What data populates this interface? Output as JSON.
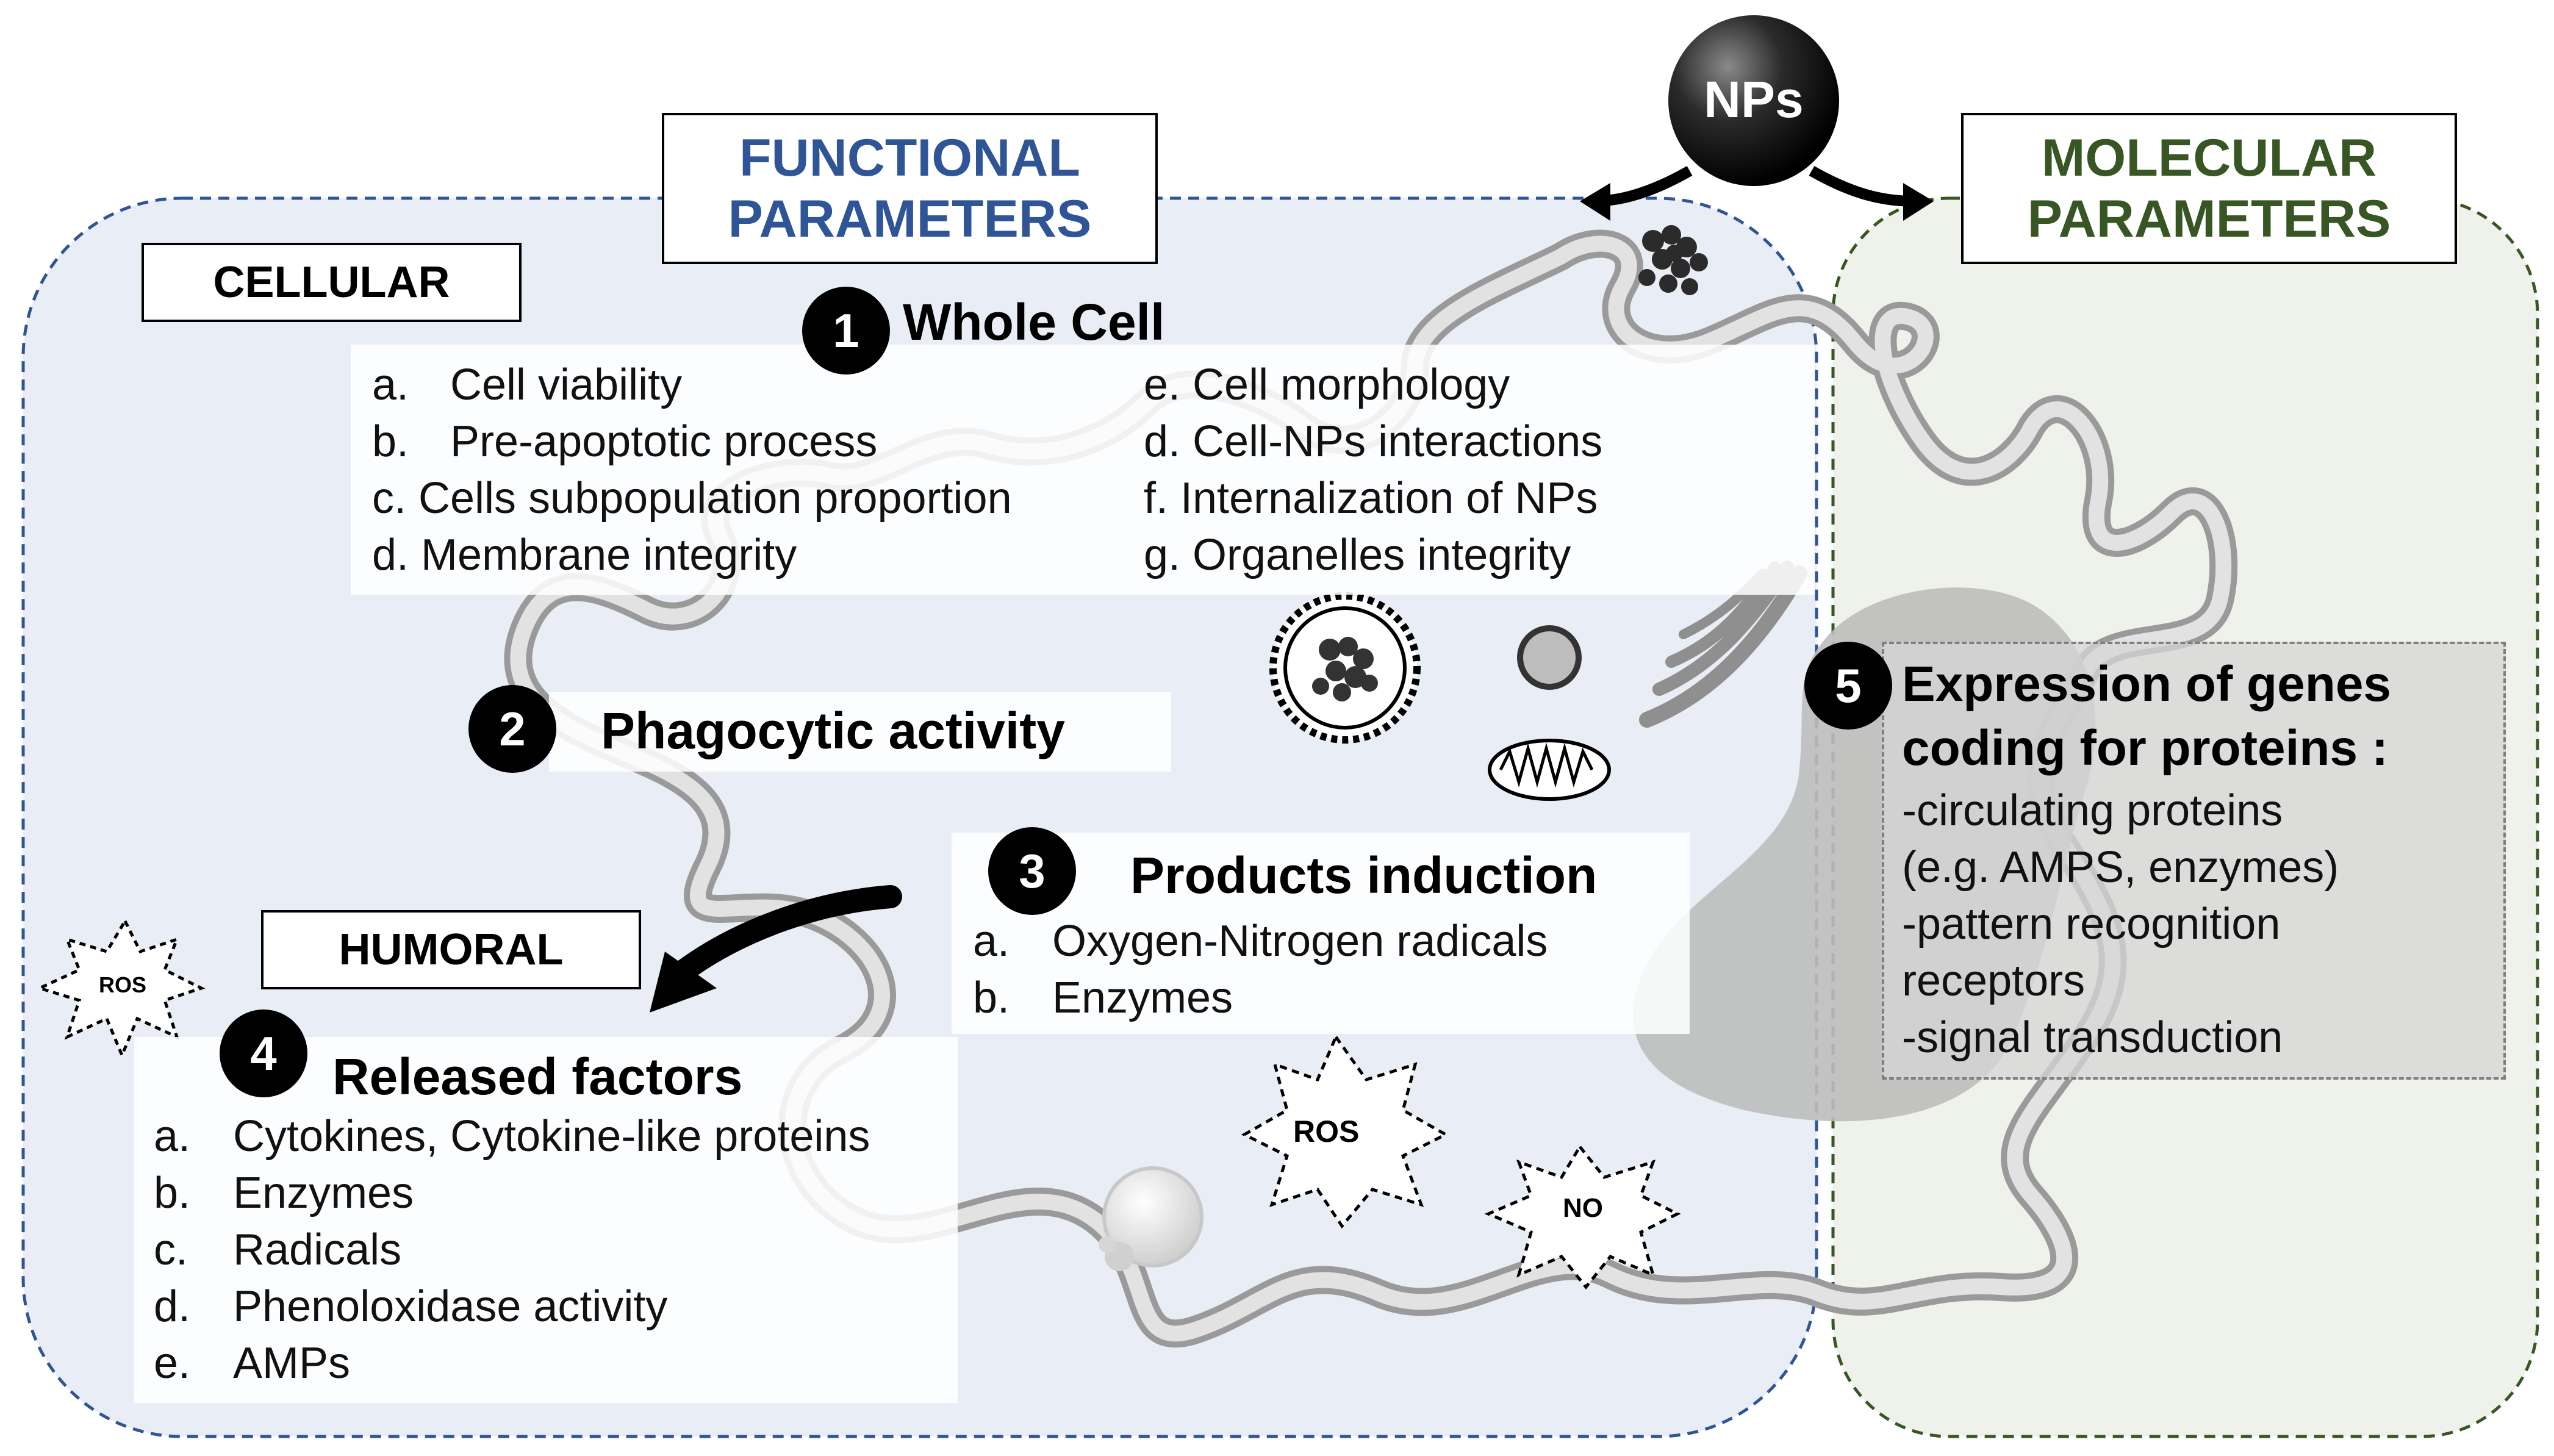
{
  "top_node": {
    "label": "NPs"
  },
  "functional": {
    "title_line1": "FUNCTIONAL",
    "title_line2": "PARAMETERS",
    "color": "#2f5597"
  },
  "molecular": {
    "title_line1": "MOLECULAR",
    "title_line2": "PARAMETERS",
    "color": "#375623"
  },
  "cellular": {
    "title": "CELLULAR"
  },
  "humoral": {
    "title": "HUMORAL"
  },
  "section1": {
    "number": "1",
    "title": "Whole Cell",
    "left": [
      {
        "label": "a.",
        "text": "Cell viability"
      },
      {
        "label": "b.",
        "text": "Pre-apoptotic process"
      },
      {
        "label": "",
        "text": "c. Cells subpopulation proportion"
      },
      {
        "label": "",
        "text": "d. Membrane integrity"
      }
    ],
    "right": [
      {
        "text": "e. Cell morphology"
      },
      {
        "text": "d. Cell-NPs interactions"
      },
      {
        "text": "f. Internalization of NPs"
      },
      {
        "text": "g. Organelles integrity"
      }
    ]
  },
  "section2": {
    "number": "2",
    "title": "Phagocytic activity"
  },
  "section3": {
    "number": "3",
    "title": "Products induction",
    "items": [
      {
        "label": "a.",
        "text": "Oxygen-Nitrogen radicals"
      },
      {
        "label": "b.",
        "text": "Enzymes"
      }
    ]
  },
  "section4": {
    "number": "4",
    "title": "Released factors",
    "items": [
      {
        "label": "a.",
        "text": "Cytokines, Cytokine-like proteins"
      },
      {
        "label": "b.",
        "text": "Enzymes"
      },
      {
        "label": "c.",
        "text": "Radicals"
      },
      {
        "label": "d.",
        "text": "Phenoloxidase activity"
      },
      {
        "label": "e.",
        "text": "AMPs"
      }
    ]
  },
  "section5": {
    "number": "5",
    "title_line1": "Expression of genes",
    "title_line2": "coding for proteins :",
    "lines": [
      "-circulating proteins",
      "(e.g. AMPS, enzymes)",
      "-pattern recognition",
      "receptors",
      "-signal transduction"
    ]
  },
  "markers": {
    "ros_small": "ROS",
    "ros_large": "ROS",
    "no": "NO"
  }
}
